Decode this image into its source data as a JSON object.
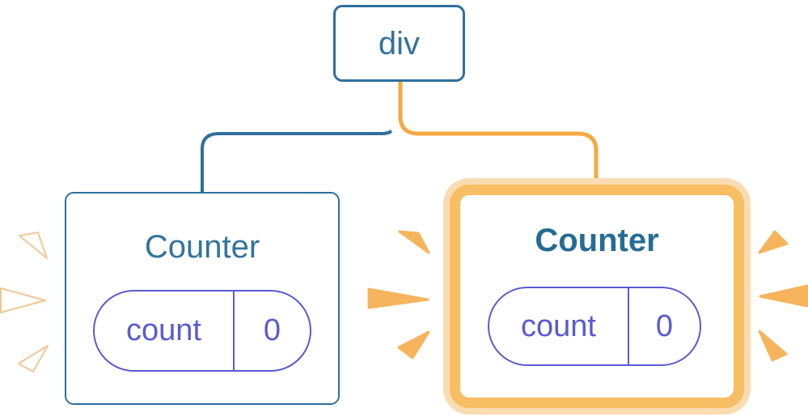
{
  "diagram": {
    "description": "React component tree: a div root with two Counter children; the right Counter is highlighted as updated (orange ring, orange edge, orange sparks), the left Counter has faded white sparks.",
    "nodes": {
      "root": {
        "label": "div"
      },
      "left": {
        "title": "Counter",
        "state": {
          "key": "count",
          "value": "0"
        }
      },
      "right": {
        "title": "Counter",
        "state": {
          "key": "count",
          "value": "0"
        },
        "highlighted": "true"
      }
    },
    "icons": {
      "left_sparks": "flash-spark-icon (white, tan outline, 3 wedges)",
      "middle_sparks": "flash-spark-icon (orange, 3 wedges)",
      "right_sparks": "flash-spark-icon (orange, 3 wedges)"
    }
  },
  "colors": {
    "page_bg": "#ffffff",
    "card_bg": "#ffffff",
    "blue_line": "#2f6f9e",
    "blue_text": "#33739c",
    "blue_text_bold": "#256c94",
    "purple": "#5a5ad2",
    "orange_line": "#f5a942",
    "orange_ring": "#f8be63",
    "orange_ring_halo": "#fbdcb2",
    "orange_spark": "#f6b45c",
    "white_spark_fill": "#ffffff",
    "white_spark_outline": "#f0c896",
    "halo_white": "#ffffff"
  }
}
